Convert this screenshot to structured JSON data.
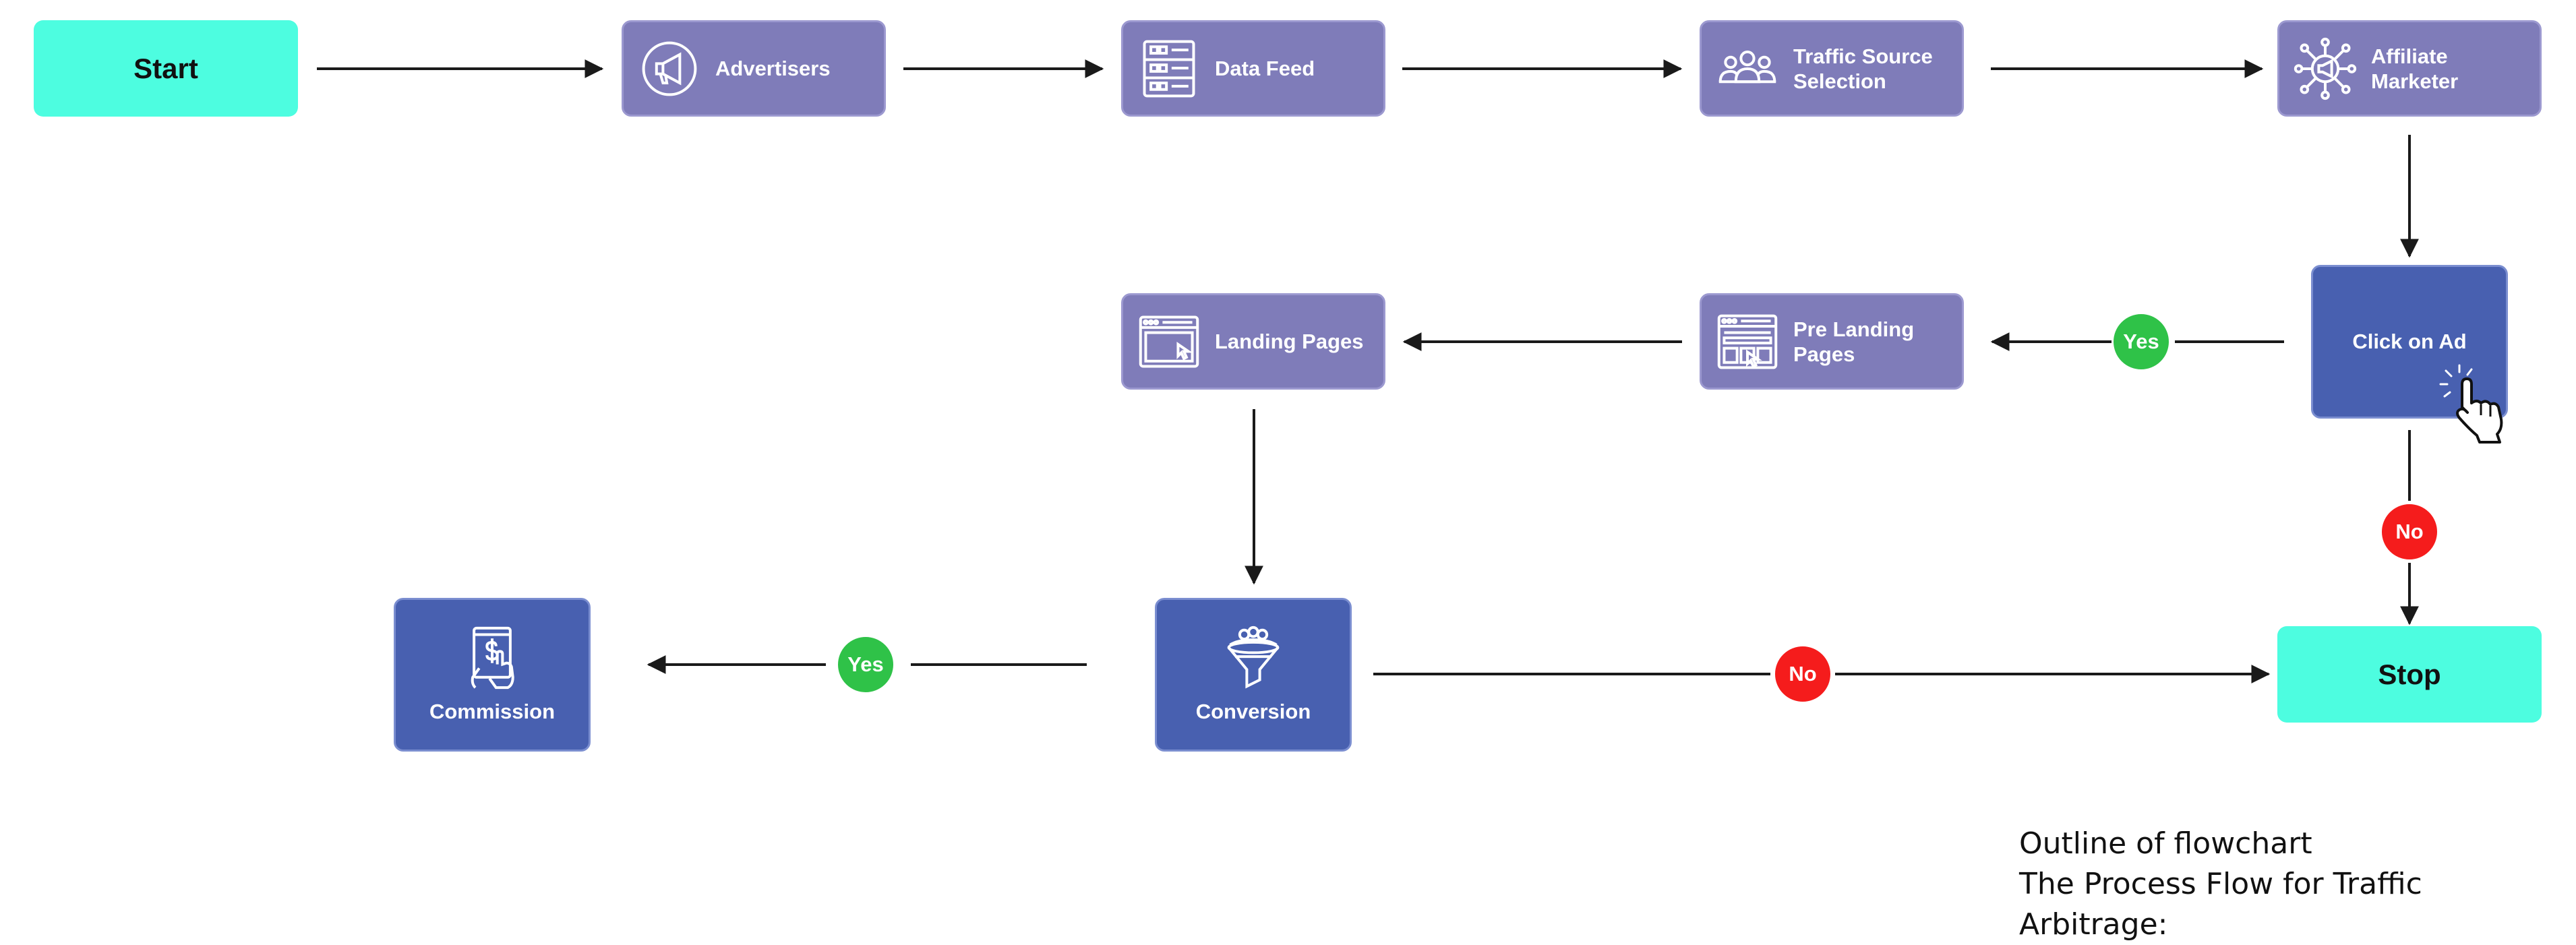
{
  "nodes": {
    "start": "Start",
    "advertisers": "Advertisers",
    "data_feed": "Data Feed",
    "traffic_source": [
      "Traffic Source",
      "Selection"
    ],
    "affiliate": [
      "Affiliate",
      "Marketer"
    ],
    "click_on_ad": "Click on Ad",
    "pre_landing": [
      "Pre Landing",
      "Pages"
    ],
    "landing_pages": "Landing Pages",
    "conversion": "Conversion",
    "commission": "Commission",
    "stop": "Stop"
  },
  "decisions": {
    "click_yes": "Yes",
    "click_no": "No",
    "conversion_yes": "Yes",
    "conversion_no": "No"
  },
  "caption": {
    "line1": "Outline of flowchart",
    "line2": "The Process Flow for Traffic Arbitrage:"
  },
  "icons": {
    "advertisers": "megaphone-icon",
    "data_feed": "data-list-icon",
    "traffic_source": "audience-group-icon",
    "affiliate": "network-megaphone-icon",
    "click_on_ad": "pointer-hand-icon",
    "pre_landing": "webpage-layout-icon",
    "landing_pages": "browser-cursor-icon",
    "conversion": "sales-funnel-icon",
    "commission": "tablet-dollar-icon"
  },
  "colors": {
    "terminal": "#4dfde0",
    "process": "#7f7cb9",
    "decision": "#4860b0",
    "yes": "#2fc248",
    "no": "#f51c1c",
    "edge": "#1a1a1a"
  }
}
